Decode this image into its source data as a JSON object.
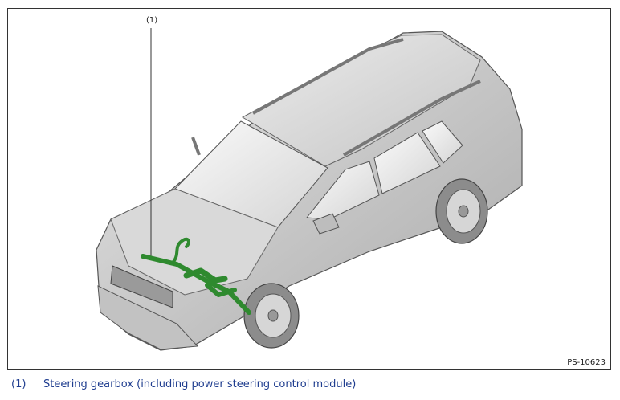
{
  "figure": {
    "callout_number": "(1)",
    "figure_id": "PS-10623",
    "highlight_color": "#2f8a2f",
    "illustration_icon": "car-illustration"
  },
  "legend": [
    {
      "number": "(1)",
      "text": "Steering gearbox (including power steering control module)"
    }
  ]
}
